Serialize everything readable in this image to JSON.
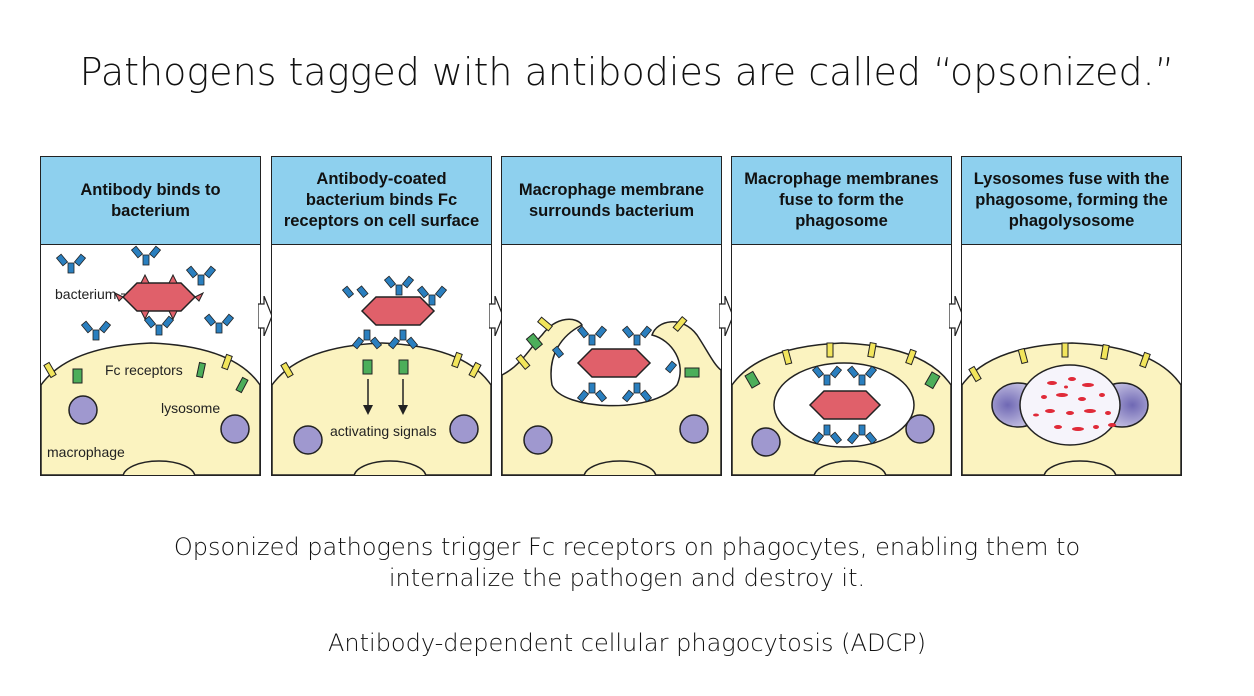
{
  "title": "Pathogens tagged with antibodies are called “opsonized.”",
  "panels": [
    {
      "header": "Antibody binds to bacterium"
    },
    {
      "header": "Antibody-coated bacterium binds Fc receptors on cell surface"
    },
    {
      "header": "Macrophage membrane surrounds bacterium"
    },
    {
      "header": "Macrophage membranes fuse to form the phagosome"
    },
    {
      "header": "Lysosomes fuse with the phagosome, forming the phagolysosome"
    }
  ],
  "labels": {
    "bacterium": "bacterium",
    "fc_receptors": "Fc receptors",
    "lysosome": "lysosome",
    "macrophage": "macrophage",
    "activating_signals": "activating signals"
  },
  "caption": {
    "line1": "Opsonized pathogens trigger Fc receptors on phagocytes, enabling them to",
    "line2": "internalize the pathogen and destroy it.",
    "line3": "Antibody-dependent cellular phagocytosis (ADCP)"
  },
  "colors": {
    "header": "#8ed0ee",
    "cell": "#fbf3c0",
    "bacterium": "#e0606a",
    "antibody": "#2a7fbf",
    "lysosome": "#9f98cf",
    "receptor_green": "#4cae5a",
    "receptor_yellow": "#f2e55b"
  }
}
